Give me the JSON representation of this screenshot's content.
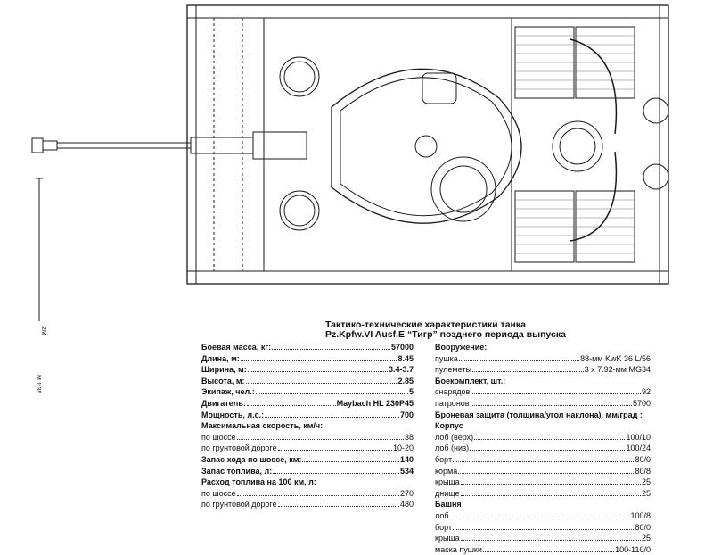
{
  "scale": {
    "meters": "2M",
    "ratio": "M 1:35"
  },
  "title": {
    "line1": "Тактико-технические характеристики танка",
    "line2": "Pz.Kpfw.VI Ausf.E “Тигр” позднего периода выпуска"
  },
  "left_specs": [
    {
      "label": "Боевая масса, кг:",
      "value": "57000",
      "bold": true
    },
    {
      "label": "Длина, м:",
      "value": "8.45",
      "bold": true
    },
    {
      "label": "Ширина, м:",
      "value": "3.4-3.7",
      "bold": true
    },
    {
      "label": "Высота, м:",
      "value": "2.85",
      "bold": true
    },
    {
      "label": "Экипаж, чел.:",
      "value": "5",
      "bold": true
    },
    {
      "label": "Двигатель:",
      "value": "Maybach HL 230P45",
      "bold": true
    },
    {
      "label": "Мощность, л.с.:",
      "value": "700",
      "bold": true
    },
    {
      "label": "Максимальная скорость, км/ч:",
      "value": "",
      "bold": true
    },
    {
      "label": "по шоссе",
      "value": "38",
      "bold": false
    },
    {
      "label": "по грунтовой дороге",
      "value": "10-20",
      "bold": false
    },
    {
      "label": "Запас хода по шоссе, км:",
      "value": "140",
      "bold": true
    },
    {
      "label": "Запас топлива, л:",
      "value": "534",
      "bold": true
    },
    {
      "label": "Расход топлива на 100 км, л:",
      "value": "",
      "bold": true
    },
    {
      "label": "по шоссе",
      "value": "270",
      "bold": false
    },
    {
      "label": "по грунтовой дороге",
      "value": "480",
      "bold": false
    }
  ],
  "right_specs": [
    {
      "label": "Вооружение:",
      "value": "",
      "bold": true
    },
    {
      "label": "пушка",
      "value": "88-мм KwK 36 L/56",
      "bold": false
    },
    {
      "label": "пулеметы",
      "value": "3 x 7.92-мм MG34",
      "bold": false
    },
    {
      "label": "Боекомплект, шт.:",
      "value": "",
      "bold": true
    },
    {
      "label": "снарядов",
      "value": "92",
      "bold": false
    },
    {
      "label": "патронов",
      "value": "5700",
      "bold": false
    },
    {
      "label": "Броневая защита (толщина/угол наклона), мм/град :",
      "value": "",
      "bold": true
    },
    {
      "label": "Корпус",
      "value": "",
      "bold": true
    },
    {
      "label": "лоб (верх)",
      "value": "100/10",
      "bold": false
    },
    {
      "label": "лоб (низ)",
      "value": "100/24",
      "bold": false
    },
    {
      "label": "борт",
      "value": "80/0",
      "bold": false
    },
    {
      "label": "корма",
      "value": "80/8",
      "bold": false
    },
    {
      "label": "крыша",
      "value": "25",
      "bold": false
    },
    {
      "label": "днище",
      "value": "25",
      "bold": false
    },
    {
      "label": "Башня",
      "value": "",
      "bold": true
    },
    {
      "label": "лоб",
      "value": "100/8",
      "bold": false
    },
    {
      "label": "борт",
      "value": "80/0",
      "bold": false
    },
    {
      "label": "крыша",
      "value": "25",
      "bold": false
    },
    {
      "label": "маска пушки",
      "value": "100-110/0",
      "bold": false
    }
  ]
}
